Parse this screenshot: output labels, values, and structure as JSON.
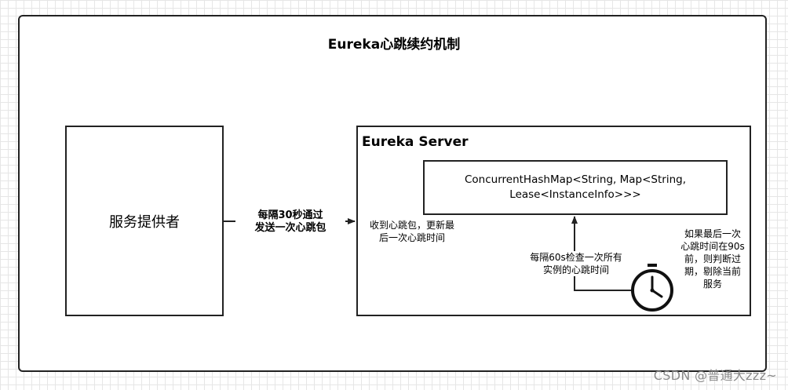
{
  "title": "Eureka心跳续约机制",
  "provider": {
    "label": "服务提供者"
  },
  "heartbeat_arrow": {
    "line1": "每隔30秒通过",
    "line2": "发送一次心跳包"
  },
  "server": {
    "label": "Eureka Server",
    "receive_note_line1": "收到心跳包，更新最",
    "receive_note_line2": "后一次心跳时间",
    "map": {
      "line1": "ConcurrentHashMap<String, Map<String,",
      "line2": "Lease<InstanceInfo>>>"
    },
    "check_note_line1": "每隔60s检查一次所有",
    "check_note_line2": "实例的心跳时间",
    "expire_note_lines": [
      "如果最后一次",
      "心跳时间在90s",
      "前，则判断过",
      "期，剔除当前",
      "服务"
    ],
    "timer_icon": "clock-icon"
  },
  "watermark": "CSDN @普通大zzz~"
}
